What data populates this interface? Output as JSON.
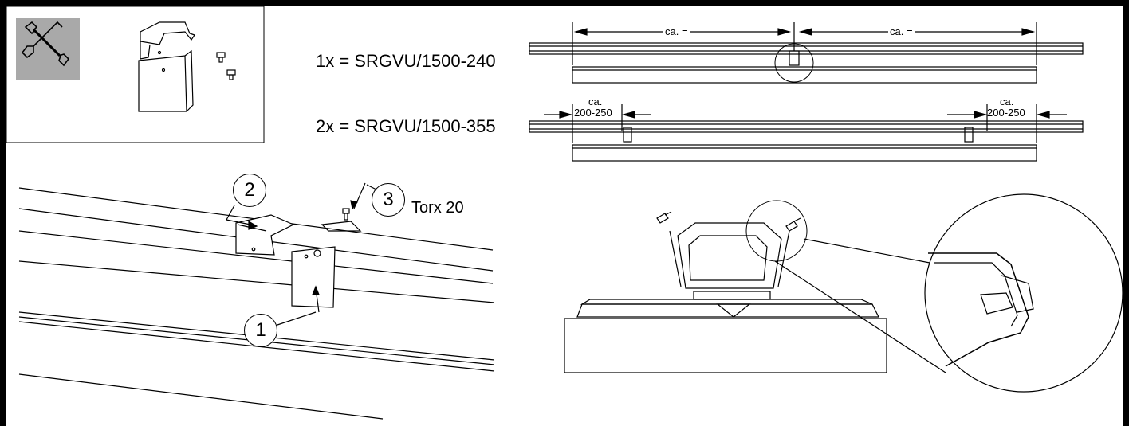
{
  "tool_panel": {
    "tool_icon": "tools-icon",
    "accent": "#a9a9a9"
  },
  "variants": [
    {
      "label": "1x = SRGVU/1500-240"
    },
    {
      "label": "2x = SRGVU/1500-355"
    }
  ],
  "dimensions": {
    "center_left": "ca. =",
    "center_right": "ca. =",
    "edge_ca_left": "ca.",
    "edge_range_left": "200-250",
    "edge_ca_right": "ca.",
    "edge_range_right": "200-250"
  },
  "steps": [
    {
      "number": "1"
    },
    {
      "number": "2"
    },
    {
      "number": "3",
      "tool": "Torx 20"
    }
  ]
}
